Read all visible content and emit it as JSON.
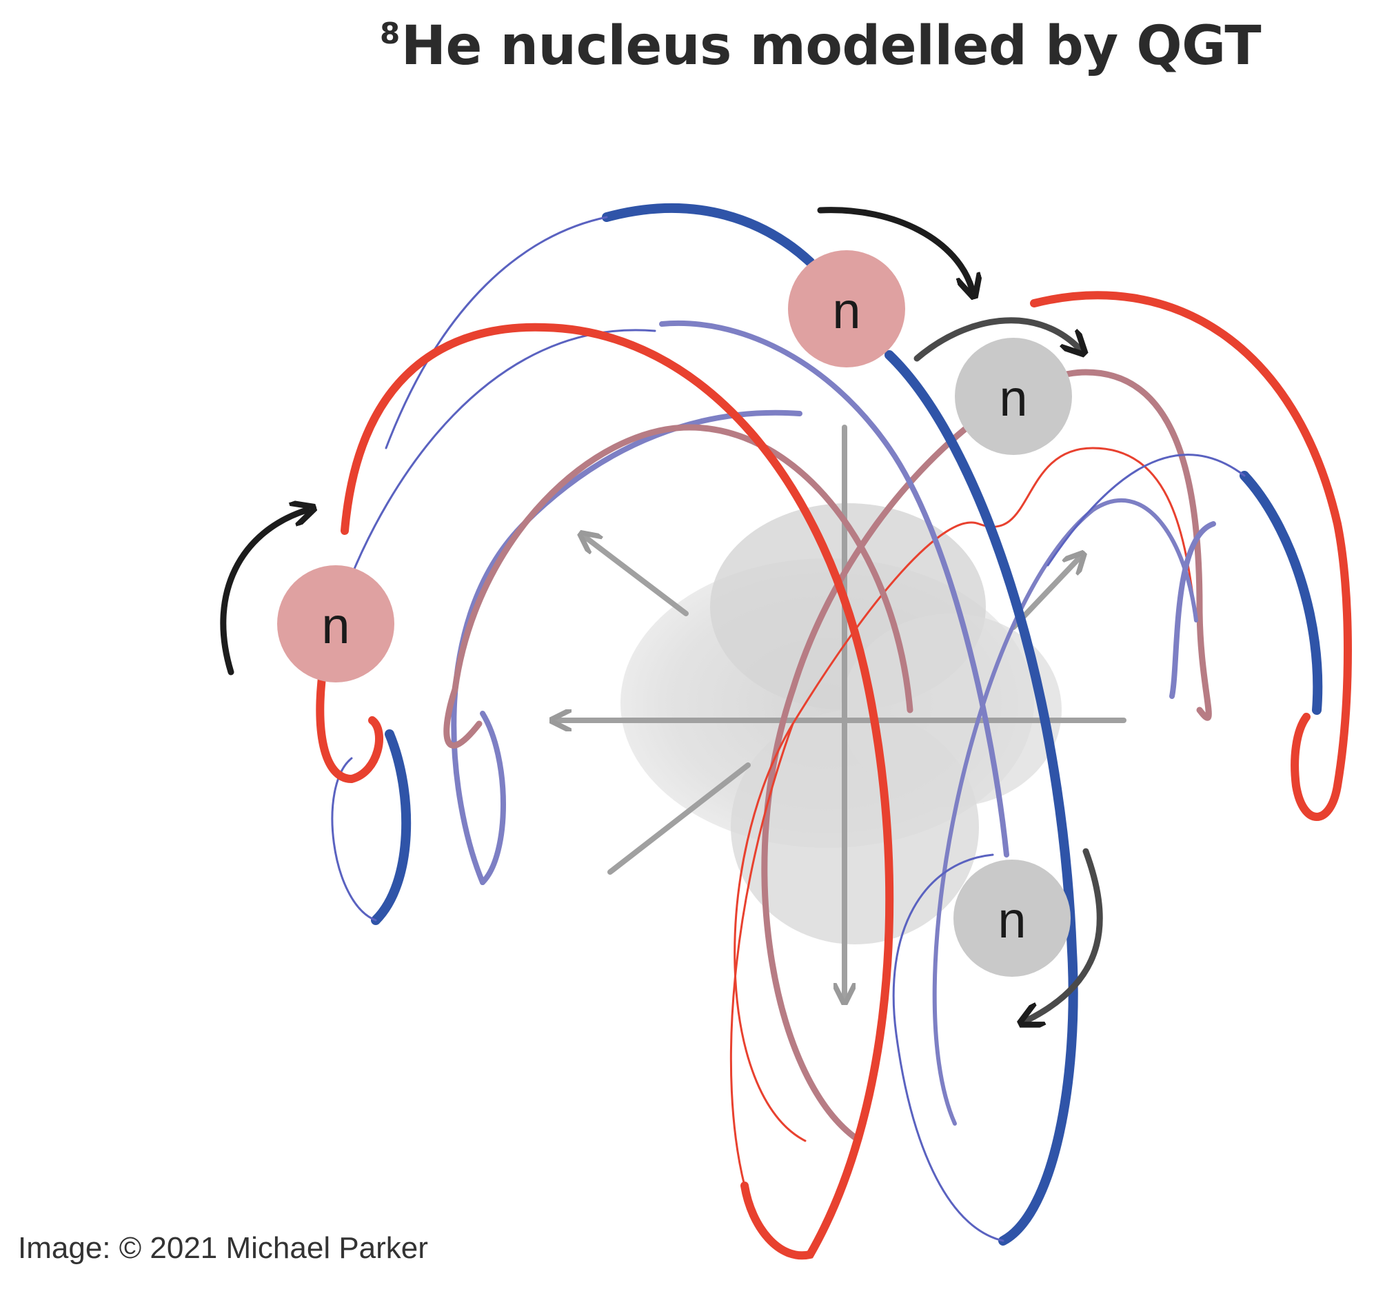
{
  "title": {
    "superscript": "8",
    "text": "He nucleus modelled by QGT"
  },
  "credit": "Image: © 2021 Michael Parker",
  "particles": [
    {
      "label": "n",
      "color": "#dfa1a1"
    },
    {
      "label": "n",
      "color": "#dfa1a1"
    },
    {
      "label": "n",
      "color": "#c9c9c9"
    },
    {
      "label": "n",
      "color": "#c9c9c9"
    }
  ],
  "colors": {
    "red_loop": "#e8412f",
    "blue_loop": "#2f54a8",
    "mauve_loop": "#b77c84",
    "lavender_loop": "#7d7fc4",
    "core": "#d7d7d7",
    "axis": "#a0a0a0",
    "arrow": "#1c1c1c"
  }
}
